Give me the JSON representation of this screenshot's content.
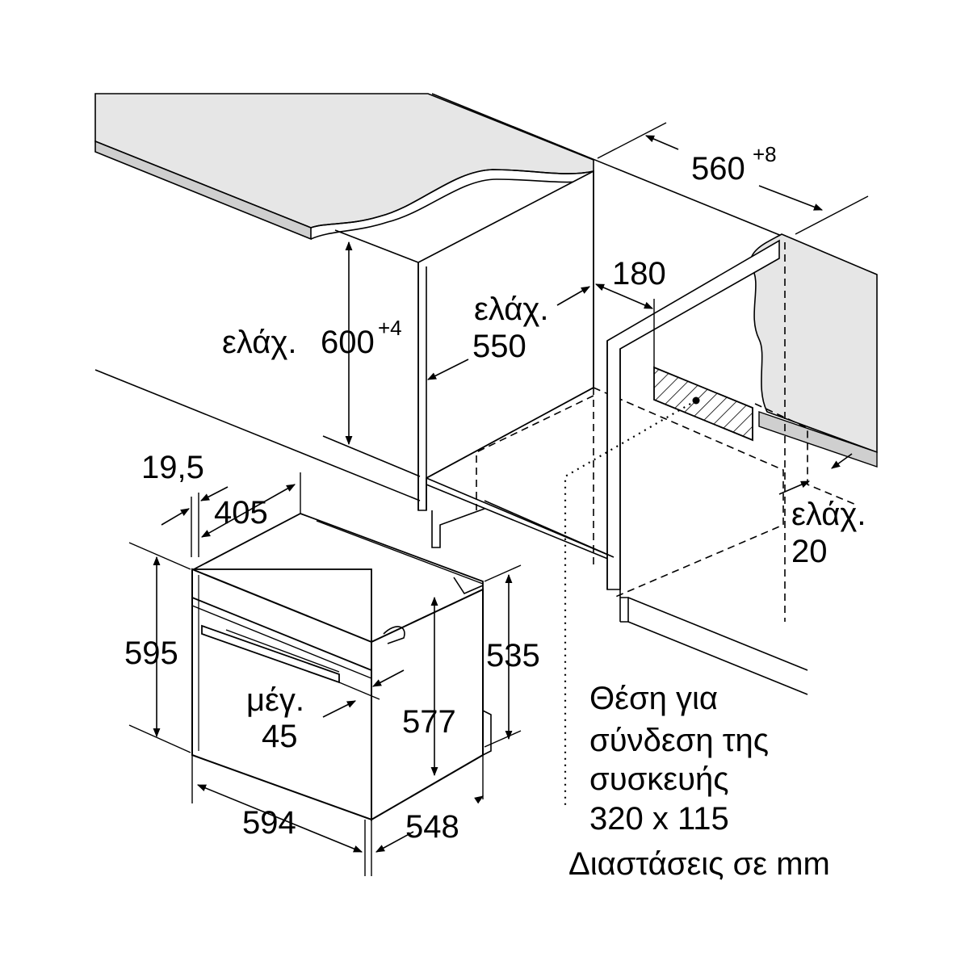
{
  "diagram": {
    "dimensions": {
      "niche_width": "560",
      "niche_width_tolerance": "+8",
      "min_niche_height_prefix": "ελάχ.",
      "min_niche_height": "600",
      "min_niche_height_tolerance": "+4",
      "min_depth_prefix": "ελάχ.",
      "min_depth": "550",
      "socket_offset": "180",
      "min_gap_prefix": "ελάχ.",
      "min_gap": "20",
      "panel_thickness": "19,5",
      "rear_depth": "405",
      "front_height": "595",
      "body_height_side": "535",
      "body_height": "577",
      "handle_max_prefix": "μέγ.",
      "handle_max": "45",
      "width": "594",
      "depth": "548"
    },
    "note_lines": [
      "Θέση για",
      "σύνδεση της",
      "συσκευής",
      "320 x 115"
    ],
    "units_note": "Διαστάσεις σε mm"
  }
}
